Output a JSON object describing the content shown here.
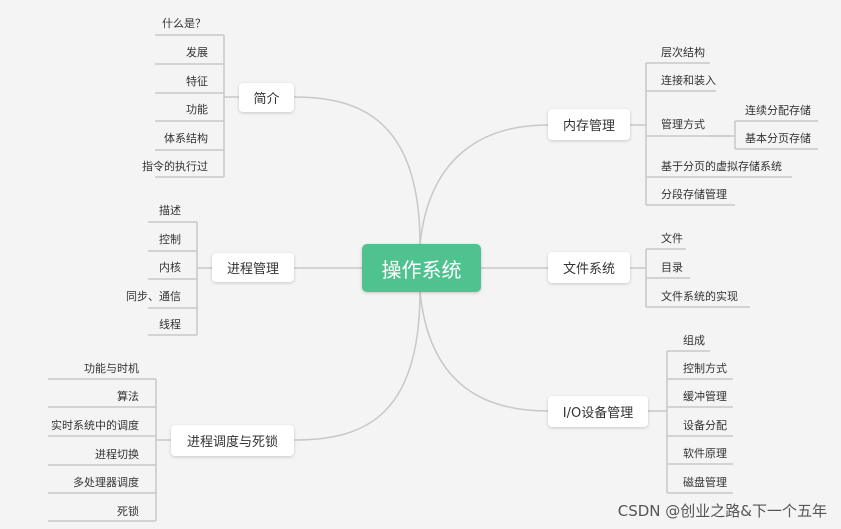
{
  "root": {
    "label": "操作系统"
  },
  "colors": {
    "root_bg": "#4fc28f",
    "line": "#c8c8c8",
    "canvas_bg": "#f4f4f4"
  },
  "left": {
    "intro": {
      "label": "简介",
      "children": [
        "什么是？",
        "发展",
        "特征",
        "功能",
        "体系结构",
        "指令的执行过"
      ]
    },
    "process": {
      "label": "进程管理",
      "children": [
        "描述",
        "控制",
        "内核",
        "同步、通信",
        "线程"
      ]
    },
    "schedule": {
      "label": "进程调度与死锁",
      "children": [
        "功能与时机",
        "算法",
        "实时系统中的调度",
        "进程切换",
        "多处理器调度",
        "死锁"
      ]
    }
  },
  "right": {
    "memory": {
      "label": "内存管理",
      "children": [
        "层次结构",
        "连接和装入",
        "管理方式",
        "基于分页的虚拟存储系统",
        "分段存储管理"
      ],
      "sub": [
        "连续分配存储",
        "基本分页存储"
      ]
    },
    "fs": {
      "label": "文件系统",
      "children": [
        "文件",
        "目录",
        "文件系统的实现"
      ]
    },
    "io": {
      "label": "I/O设备管理",
      "children": [
        "组成",
        "控制方式",
        "缓冲管理",
        "设备分配",
        "软件原理",
        "磁盘管理"
      ]
    }
  },
  "watermark": "CSDN @创业之路&下一个五年"
}
